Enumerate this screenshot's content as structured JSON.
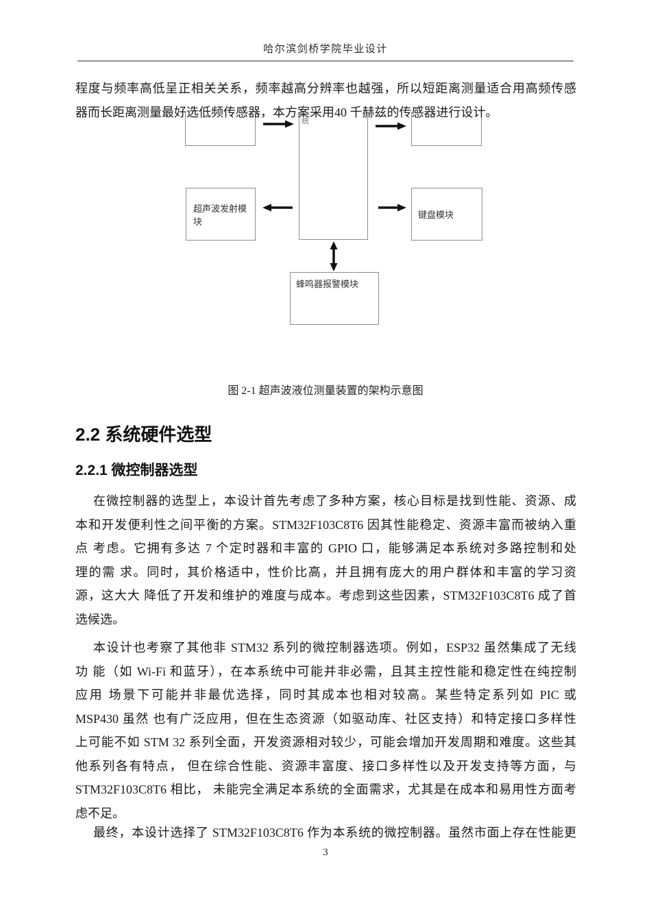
{
  "header": {
    "title": "哈尔滨剑桥学院毕业设计"
  },
  "intro": {
    "lines": [
      "程度与频率高低呈正相关关系，频率越高分辨率也越强，所以短距离测量适合用高频传感",
      "器而长距离测量最好选低频传感器，本方案采用40 千赫兹的传感器进行设计。"
    ]
  },
  "figure": {
    "center_fragment": "统",
    "transmitter_label": "超声波发射模块",
    "keyboard_label": "键盘模块",
    "buzzer_label": "蜂鸣器报警模块",
    "caption": "图 2-1 超声波液位测量装置的架构示意图",
    "box_border_color": "#8c8c8c",
    "arrow_color": "#111111"
  },
  "headings": {
    "section": "2.2 系统硬件选型",
    "subsection": "2.2.1 微控制器选型"
  },
  "body": {
    "p1": {
      "lines": [
        "在微控制器的选型上，本设计首先考虑了多种方案，核心目标是找到性能、资源、成",
        "本和开发便利性之间平衡的方案。STM32F103C8T6 因其性能稳定、资源丰富而被纳入重",
        "点 考虑。它拥有多达 7 个定时器和丰富的 GPIO 口，能够满足本系统对多路控制和处",
        "理的需 求。同时，其价格适中，性价比高，并且拥有庞大的用户群体和丰富的学习资",
        "源，这大大 降低了开发和维护的难度与成本。考虑到这些因素，STM32F103C8T6 成了首",
        "选候选。"
      ]
    },
    "p2": {
      "lines": [
        "本设计也考察了其他非 STM32 系列的微控制器选项。例如，ESP32 虽然集成了无线",
        "功 能（如 Wi-Fi 和蓝牙），在本系统中可能并非必需，且其主控性能和稳定性在纯控制",
        "应用 场景下可能并非最优选择，同时其成本也相对较高。某些特定系列如 PIC 或",
        "MSP430 虽然 也有广泛应用，但在生态资源（如驱动库、社区支持）和特定接口多样性",
        "上可能不如 STM 32 系列全面，开发资源相对较少，可能会增加开发周期和难度。这些其",
        "他系列各有特点， 但在综合性能、资源丰富度、接口多样性以及开发支持等方面，与",
        "STM32F103C8T6 相比， 未能完全满足本系统的全面需求，尤其是在成本和易用性方面考",
        "虑不足。"
      ]
    },
    "p3": {
      "lines": [
        "最终，本设计选择了 STM32F103C8T6 作为本系统的微控制器。虽然市面上存在性能更"
      ]
    }
  },
  "footer": {
    "page_number": "3"
  }
}
